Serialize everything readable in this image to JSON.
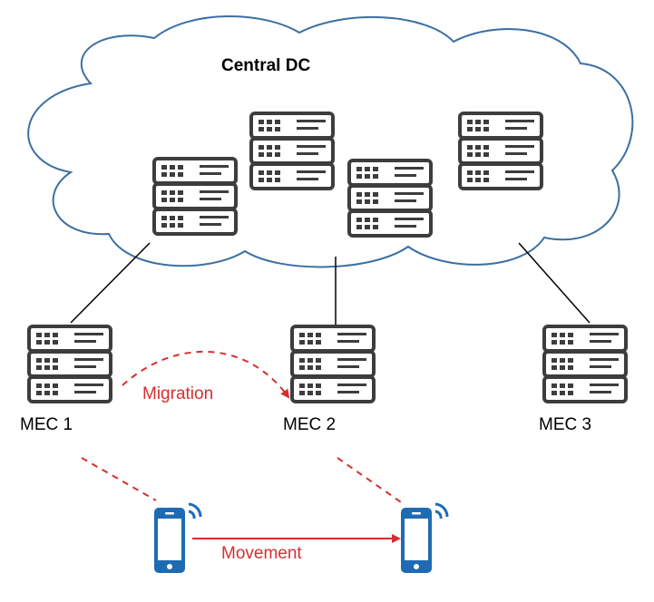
{
  "labels": {
    "cloud_title": "Central DC",
    "mec1": "MEC 1",
    "mec2": "MEC 2",
    "mec3": "MEC 3",
    "migration": "Migration",
    "movement": "Movement"
  },
  "colors": {
    "cloud_stroke": "#3b6fa3",
    "server": "#3d3d3d",
    "link": "#000000",
    "accent_red": "#d62f2f",
    "phone": "#1f6bb3"
  },
  "icons": {
    "server": "server-rack-icon",
    "phone": "smartphone-icon",
    "signal": "wifi-signal-icon"
  }
}
